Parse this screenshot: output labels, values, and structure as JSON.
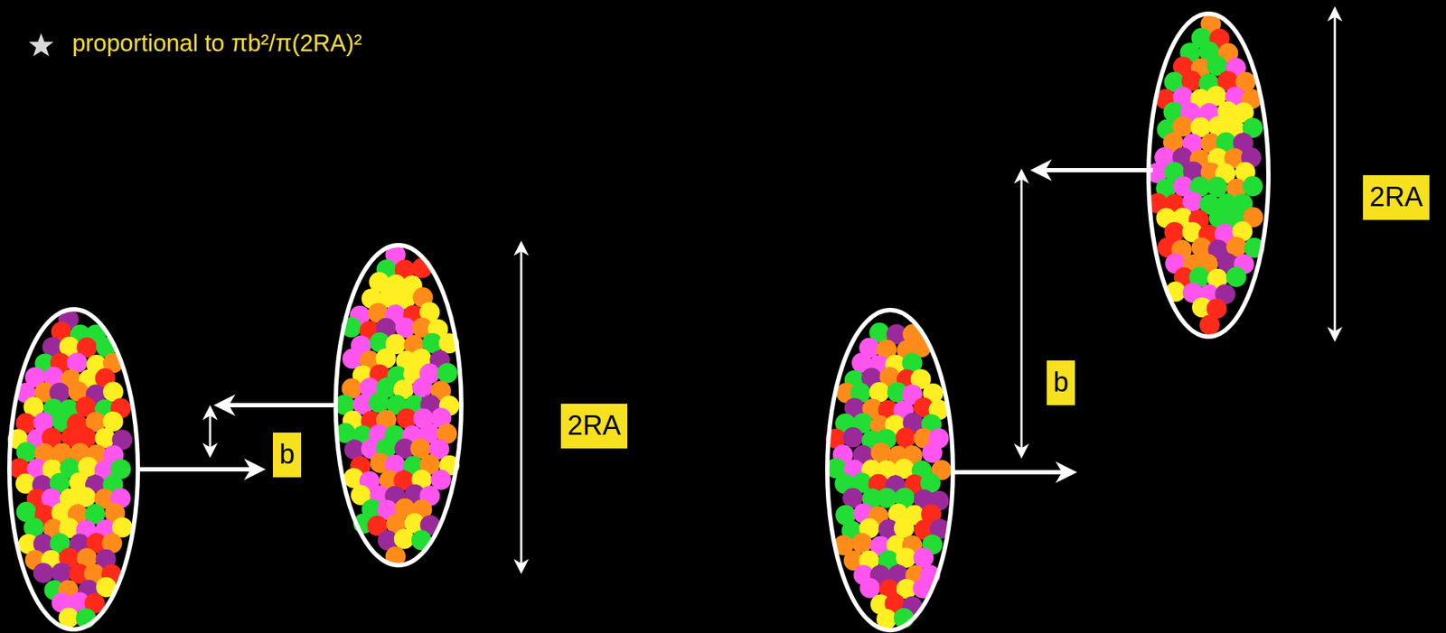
{
  "diagram": {
    "labels": [
      "proportional to πb²/π(2RA)²",
      "b",
      "2RA",
      "b",
      "2RA"
    ]
  }
}
